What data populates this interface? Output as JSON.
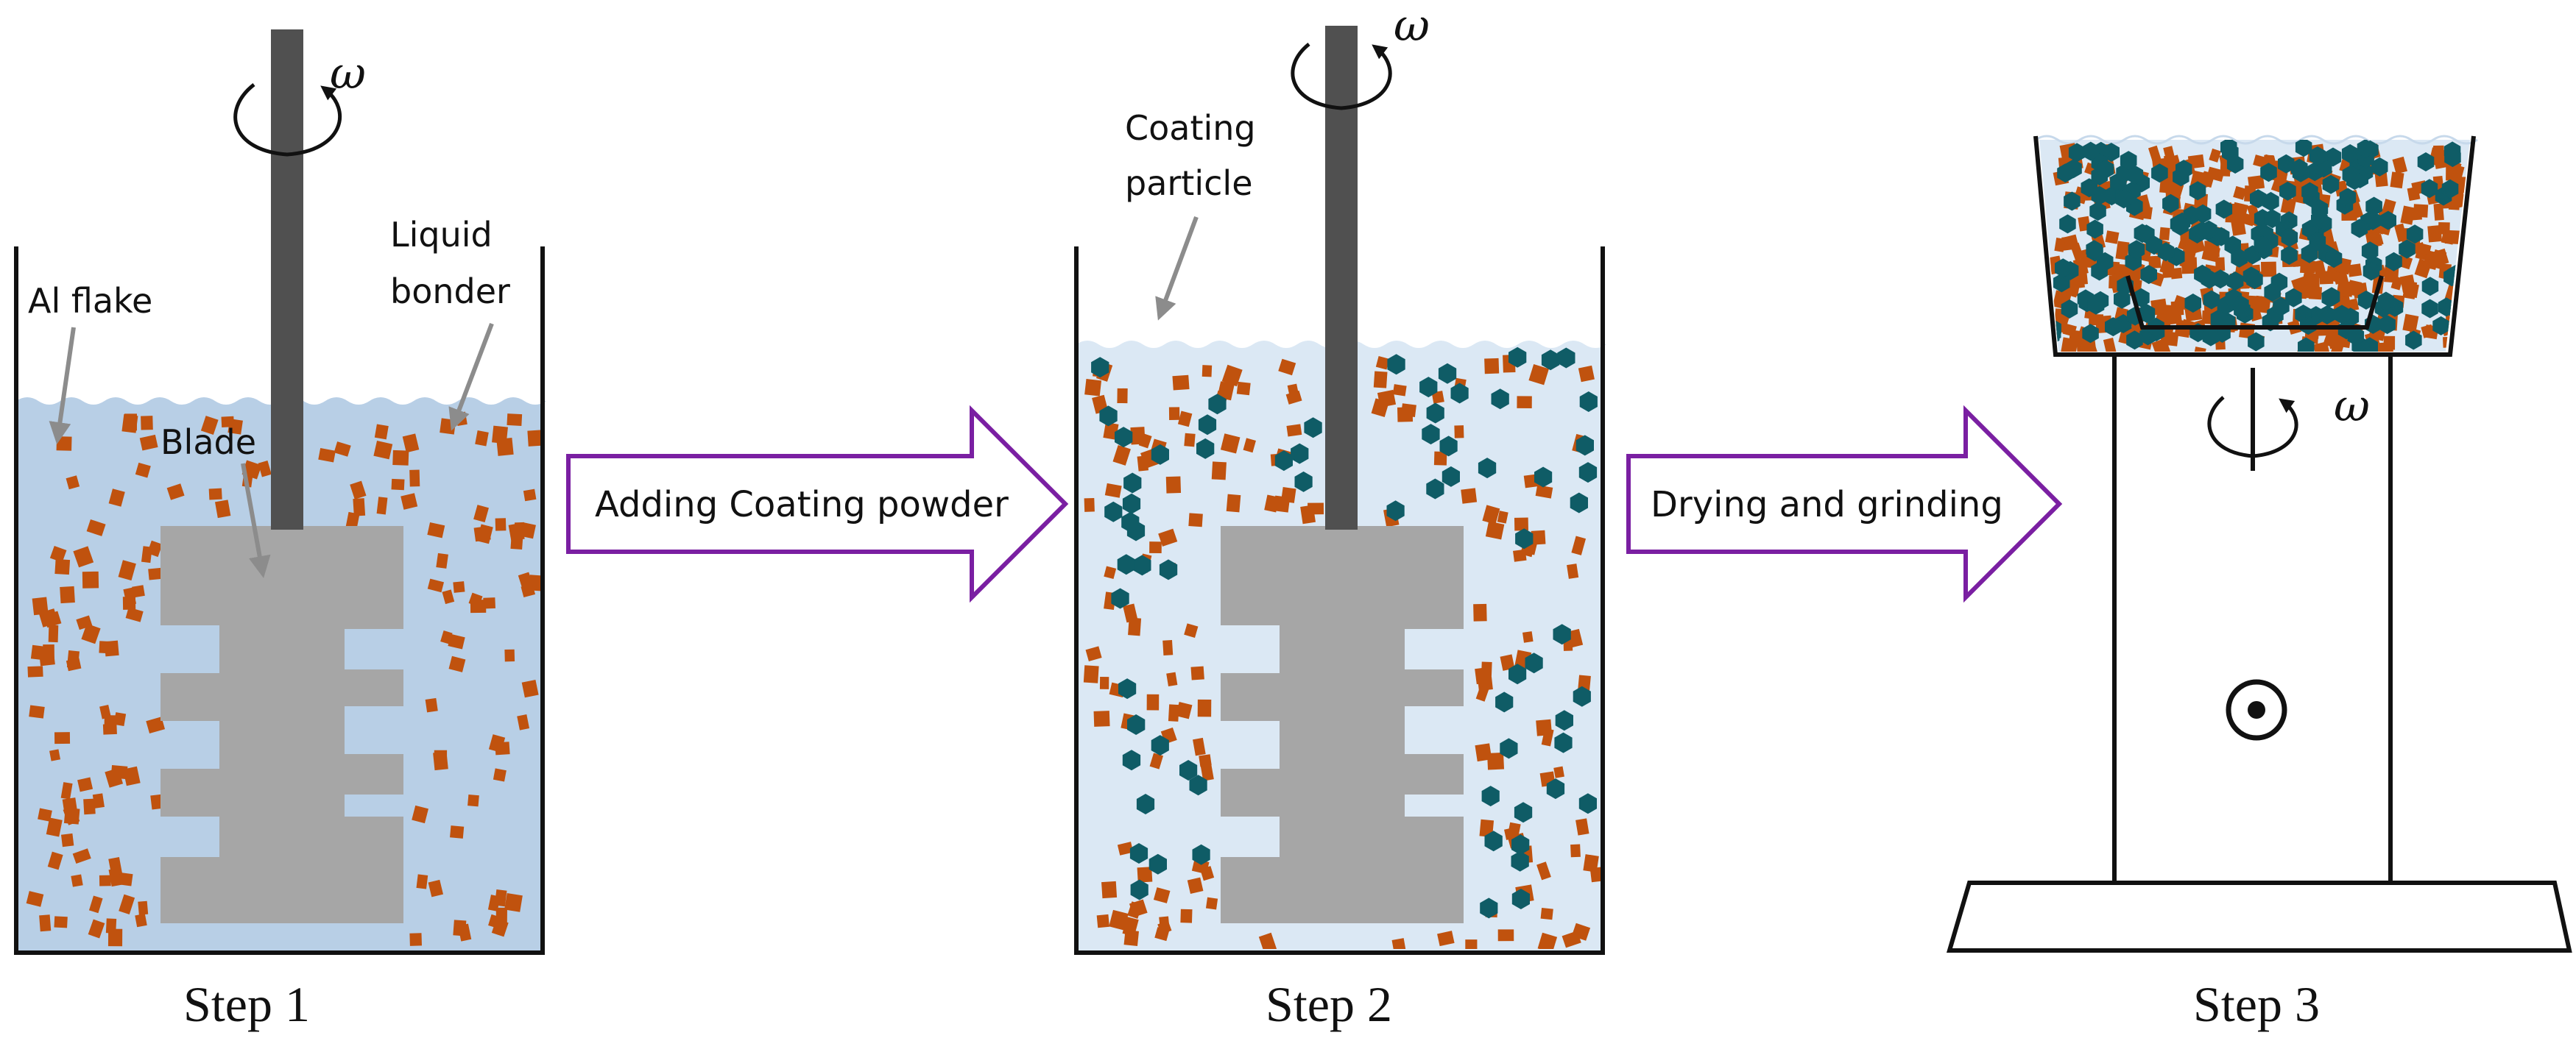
{
  "labels": {
    "al_flake": "Al flake",
    "liquid_bonder_line1": "Liquid",
    "liquid_bonder_line2": "bonder",
    "blade": "Blade",
    "coating_particle_line1": "Coating",
    "coating_particle_line2": "particle",
    "omega": "ω"
  },
  "arrows": {
    "step1_to_2": "Adding Coating powder",
    "step2_to_3": "Drying and grinding"
  },
  "steps": [
    "Step 1",
    "Step 2",
    "Step 3"
  ],
  "colors": {
    "liquid_step1": "#b8cfe6",
    "liquid_step2": "#dbe8f4",
    "flake": "#c0520e",
    "coating_particle": "#0f5c66",
    "blade": "#a6a6a6",
    "shaft": "#505050",
    "arrow_outline": "#7a1fa2",
    "pointer": "#8c8c8c"
  },
  "icons": [
    "rotation-arrow-icon",
    "power-switch-icon"
  ]
}
